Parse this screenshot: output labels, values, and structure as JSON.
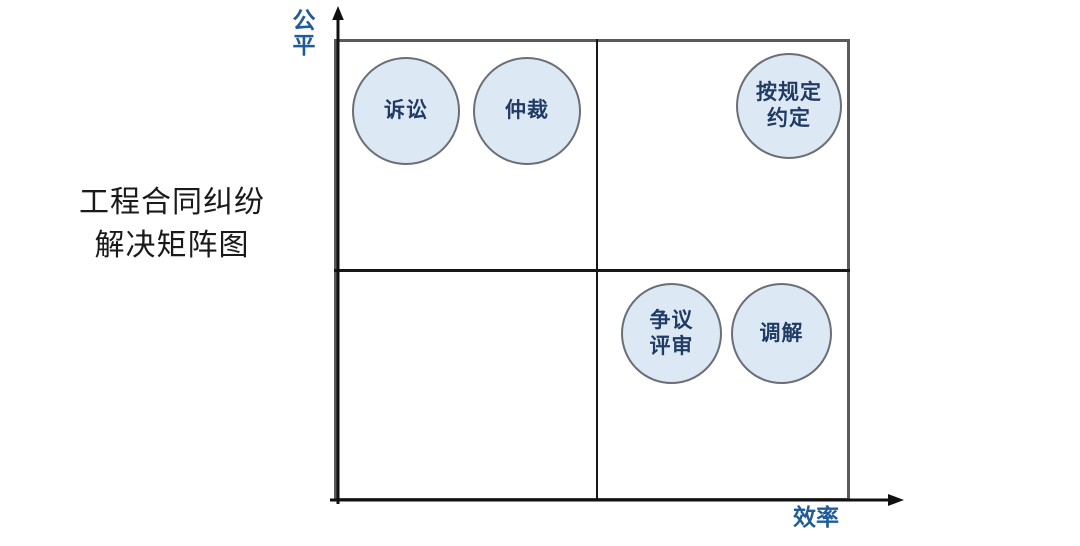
{
  "diagram": {
    "title": "工程合同纠纷\n解决矩阵图",
    "type": "quadrant-matrix",
    "background_color": "#ffffff",
    "frame": {
      "border_color": "#5b5b5b",
      "divider_color": "#171717"
    },
    "axes": {
      "y": {
        "label": "公\n平",
        "color": "#1f5c99",
        "arrow": "up"
      },
      "x": {
        "label": "效率",
        "color": "#1f5c99",
        "arrow": "right"
      }
    },
    "node_style": {
      "fill_color": "#dce8f4",
      "stroke_color": "#6b6f75",
      "text_color": "#1f3b66"
    },
    "nodes": [
      {
        "id": "litigation",
        "label": "诉讼",
        "quadrant": "top-left"
      },
      {
        "id": "arbitration",
        "label": "仲裁",
        "quadrant": "top-left"
      },
      {
        "id": "as-agreed",
        "label": "按规定\n约定",
        "quadrant": "top-right"
      },
      {
        "id": "dab-review",
        "label": "争议\n评审",
        "quadrant": "bottom-right"
      },
      {
        "id": "mediation",
        "label": "调解",
        "quadrant": "bottom-right"
      }
    ]
  }
}
